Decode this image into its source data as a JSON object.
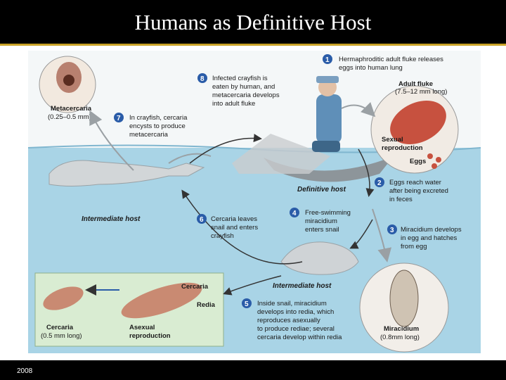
{
  "slide": {
    "title": "Humans as Definitive Host",
    "footer_year": "2008"
  },
  "steps": [
    {
      "num": "1",
      "lines": [
        "Hermaphroditic adult fluke releases",
        "eggs into human lung"
      ]
    },
    {
      "num": "2",
      "lines": [
        "Eggs reach water",
        "after being excreted",
        "in feces"
      ]
    },
    {
      "num": "3",
      "lines": [
        "Miracidium develops",
        "in egg and hatches",
        "from egg"
      ]
    },
    {
      "num": "4",
      "lines": [
        "Free-swimming",
        "miracidium",
        "enters snail"
      ]
    },
    {
      "num": "5",
      "lines": [
        "Inside snail, miracidium",
        "develops into redia, which",
        "reproduces asexually",
        "to produce rediae; several",
        "cercaria develop within redia"
      ]
    },
    {
      "num": "6",
      "lines": [
        "Cercaria leaves",
        "snail and enters",
        "crayfish"
      ]
    },
    {
      "num": "7",
      "lines": [
        "In crayfish, cercaria",
        "encysts to produce",
        "metacercaria"
      ]
    },
    {
      "num": "8",
      "lines": [
        "Infected crayfish is",
        "eaten by human, and",
        "metacercaria develops",
        "into adult fluke"
      ]
    }
  ],
  "labels": {
    "metacercaria": [
      "Metacercaria",
      "(0.25–0.5 mm)"
    ],
    "adult_fluke": [
      "Adult fluke",
      "(7.5–12 mm long)"
    ],
    "sexual_reproduction": [
      "Sexual",
      "reproduction"
    ],
    "eggs": "Eggs",
    "definitive_host": "Definitive host",
    "intermediate_host_crayfish": "Intermediate host",
    "intermediate_host_snail": "Intermediate host",
    "cercaria_top": "Cercaria",
    "redia": "Redia",
    "cercaria_bottom": [
      "Cercaria",
      "(0.5 mm long)"
    ],
    "asexual_reproduction": [
      "Asexual",
      "reproduction"
    ],
    "miracidium": [
      "Miracidium",
      "(0.8mm long)"
    ]
  },
  "colors": {
    "step_circle": "#2a5ca8",
    "water": "#a9d4e6",
    "sky": "#f4f7f8",
    "fluke": "#c7513f",
    "green_box": "#d9ecd2"
  }
}
